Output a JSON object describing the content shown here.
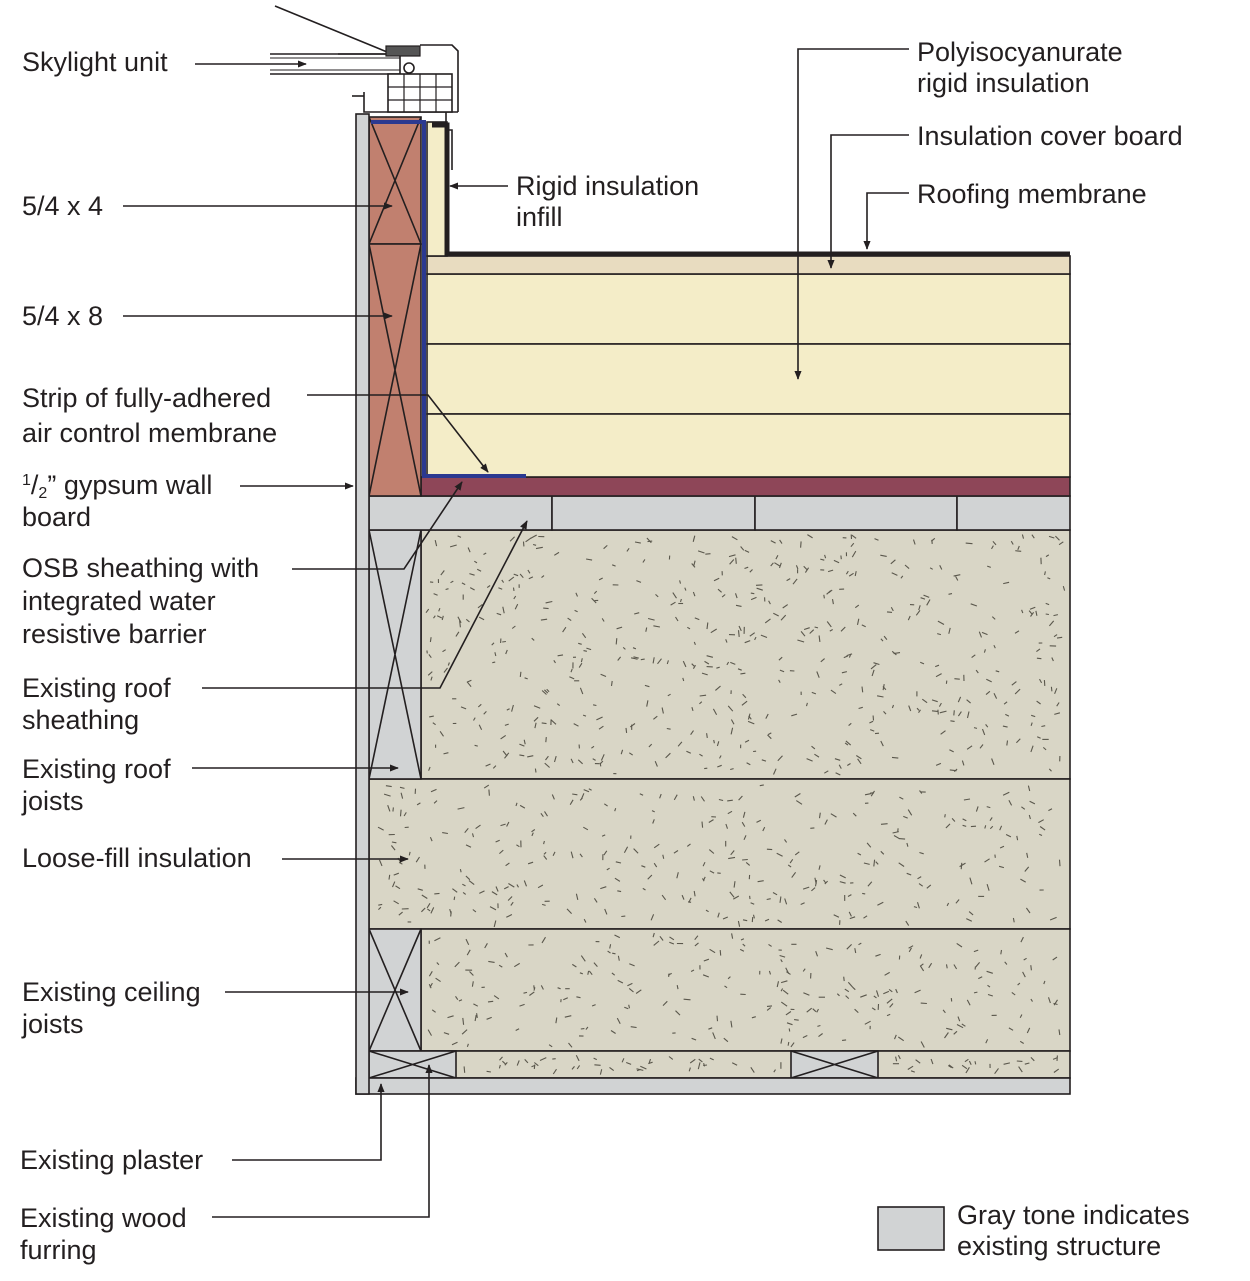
{
  "labels": {
    "skylight_unit": "Skylight unit",
    "polyiso_line1": "Polyisocyanurate",
    "polyiso_line2": "rigid insulation",
    "cover_board": "Insulation cover board",
    "roofing_membrane": "Roofing membrane",
    "rigid_infill_line1": "Rigid insulation",
    "rigid_infill_line2": "infill",
    "wood_5_4x4": "5/4 x 4",
    "wood_5_4x8": "5/4 x 8",
    "strip_line1": "Strip of fully-adhered",
    "strip_line2": "air control membrane",
    "gypsum_sup": "1",
    "gypsum_slash": "/",
    "gypsum_sub": "2",
    "gypsum_rest": "” gypsum wall",
    "gypsum_line2": "board",
    "osb_line1": "OSB sheathing with",
    "osb_line2": "integrated water",
    "osb_line3": "resistive barrier",
    "roof_sheathing_line1": "Existing roof",
    "roof_sheathing_line2": "sheathing",
    "roof_joists_line1": "Existing roof",
    "roof_joists_line2": "joists",
    "loose_fill": "Loose-fill insulation",
    "ceiling_joists_line1": "Existing ceiling",
    "ceiling_joists_line2": "joists",
    "plaster": "Existing plaster",
    "furring_line1": "Existing wood",
    "furring_line2": "furring"
  },
  "legend": {
    "line1": "Gray tone indicates",
    "line2": "existing structure",
    "swatch_color": "#d1d3d4"
  },
  "colors": {
    "existing_structure": "#d1d3d4",
    "loose_fill": "#d9d6c6",
    "polyiso": "#f4edc8",
    "cover_board": "#e8dcc0",
    "wood_blocking": "#c1806f",
    "osb_sheathing": "#8e4658",
    "air_control_membrane": "#2b3990",
    "roofing_membrane": "#231f20"
  }
}
